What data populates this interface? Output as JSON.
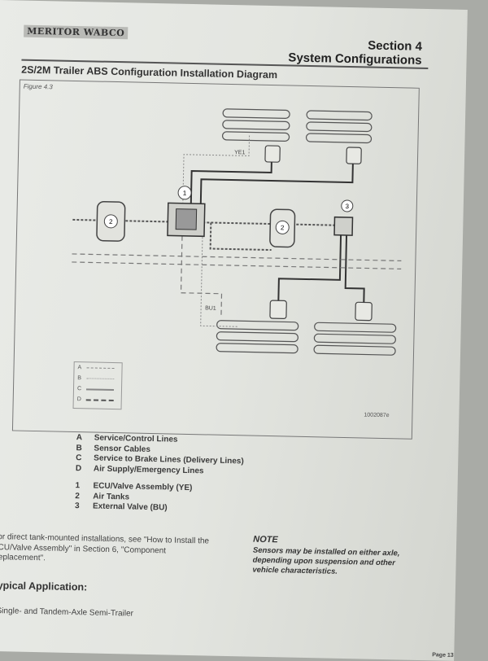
{
  "header": {
    "brand": "MERITOR WABCO",
    "section": "Section 4",
    "section_title": "System Configurations"
  },
  "title": "2S/2M Trailer ABS Configuration Installation Diagram",
  "figure": {
    "label": "Figure 4.3",
    "code": "1002087e",
    "callouts": {
      "ecu": "1",
      "tank_left": "2",
      "tank_right": "2",
      "valve": "3",
      "ye1": "YE1",
      "bu1": "BU1"
    },
    "legend": [
      "A",
      "B",
      "C",
      "D"
    ]
  },
  "key_lines": [
    {
      "k": "A",
      "v": "Service/Control Lines"
    },
    {
      "k": "B",
      "v": "Sensor Cables"
    },
    {
      "k": "C",
      "v": "Service to Brake Lines (Delivery Lines)"
    },
    {
      "k": "D",
      "v": "Air Supply/Emergency Lines"
    }
  ],
  "key_parts": [
    {
      "k": "1",
      "v": "ECU/Valve Assembly (YE)"
    },
    {
      "k": "2",
      "v": "Air Tanks"
    },
    {
      "k": "3",
      "v": "External Valve (BU)"
    }
  ],
  "paragraph": "For direct tank-mounted installations, see \"How to Install the ECU/Valve Assembly\" in Section 6, \"Component Replacement\".",
  "note": {
    "heading": "NOTE",
    "text": "Sensors may be installed on either axle, depending upon suspension and other vehicle characteristics."
  },
  "typical": {
    "heading": "Typical Application:",
    "items": [
      "Single- and Tandem-Axle Semi-Trailer"
    ]
  },
  "page": "Page 13"
}
